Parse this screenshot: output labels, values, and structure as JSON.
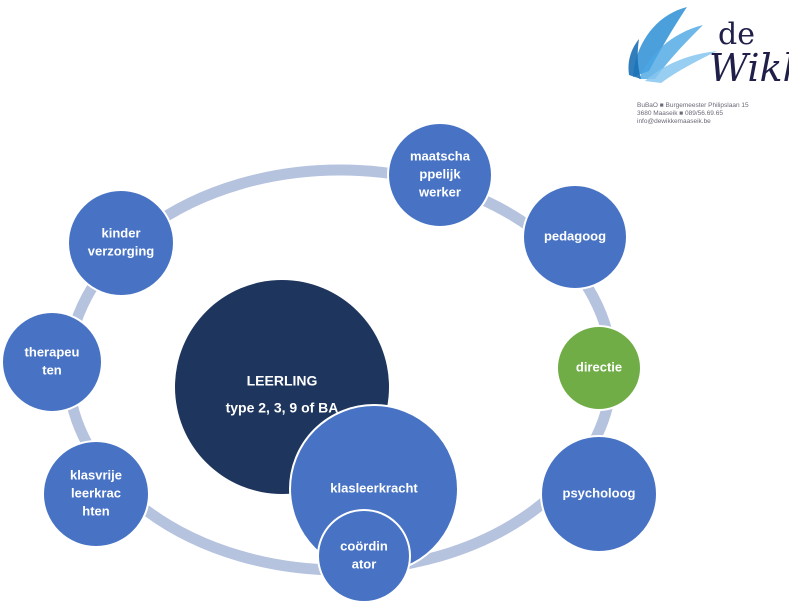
{
  "colors": {
    "ring": "#b6c3df",
    "node_blue": "#4873c4",
    "node_blue_stroke": "#3b63ad",
    "node_green": "#70ad47",
    "center": "#1e355d",
    "logo_text": "#1f1f4a",
    "logo_blue": "#2c8fd6"
  },
  "logo": {
    "word_top": "de",
    "word_bottom": "Wikke",
    "address_line1": "BuBaO  ■ Burgemeester Philipslaan 15",
    "address_line2": "3680 Maaseik  ■ 089/56.69.65",
    "address_line3": "info@dewikkemaaseik.be"
  },
  "center": {
    "line1": "LEERLING",
    "line2": "type 2, 3, 9 of BA"
  },
  "nodes": [
    {
      "id": "maatschappelijk-werker",
      "lines": [
        "maatscha",
        "ppelijk",
        "werker"
      ],
      "color": "blue"
    },
    {
      "id": "pedagoog",
      "lines": [
        "pedagoog"
      ],
      "color": "blue"
    },
    {
      "id": "directie",
      "lines": [
        "directie"
      ],
      "color": "green"
    },
    {
      "id": "psycholoog",
      "lines": [
        "psycholoog"
      ],
      "color": "blue"
    },
    {
      "id": "klasleerkracht",
      "lines": [
        "klasleerkracht"
      ],
      "color": "blue"
    },
    {
      "id": "coordinator",
      "lines": [
        "coördin",
        "ator"
      ],
      "color": "blue"
    },
    {
      "id": "klasvrije-leerkrachten",
      "lines": [
        "klasvrije",
        "leerkrac",
        "hten"
      ],
      "color": "blue"
    },
    {
      "id": "therapeuten",
      "lines": [
        "therapeu",
        "ten"
      ],
      "color": "blue"
    },
    {
      "id": "kinderverzorging",
      "lines": [
        "kinder",
        "verzorging"
      ],
      "color": "blue"
    }
  ]
}
